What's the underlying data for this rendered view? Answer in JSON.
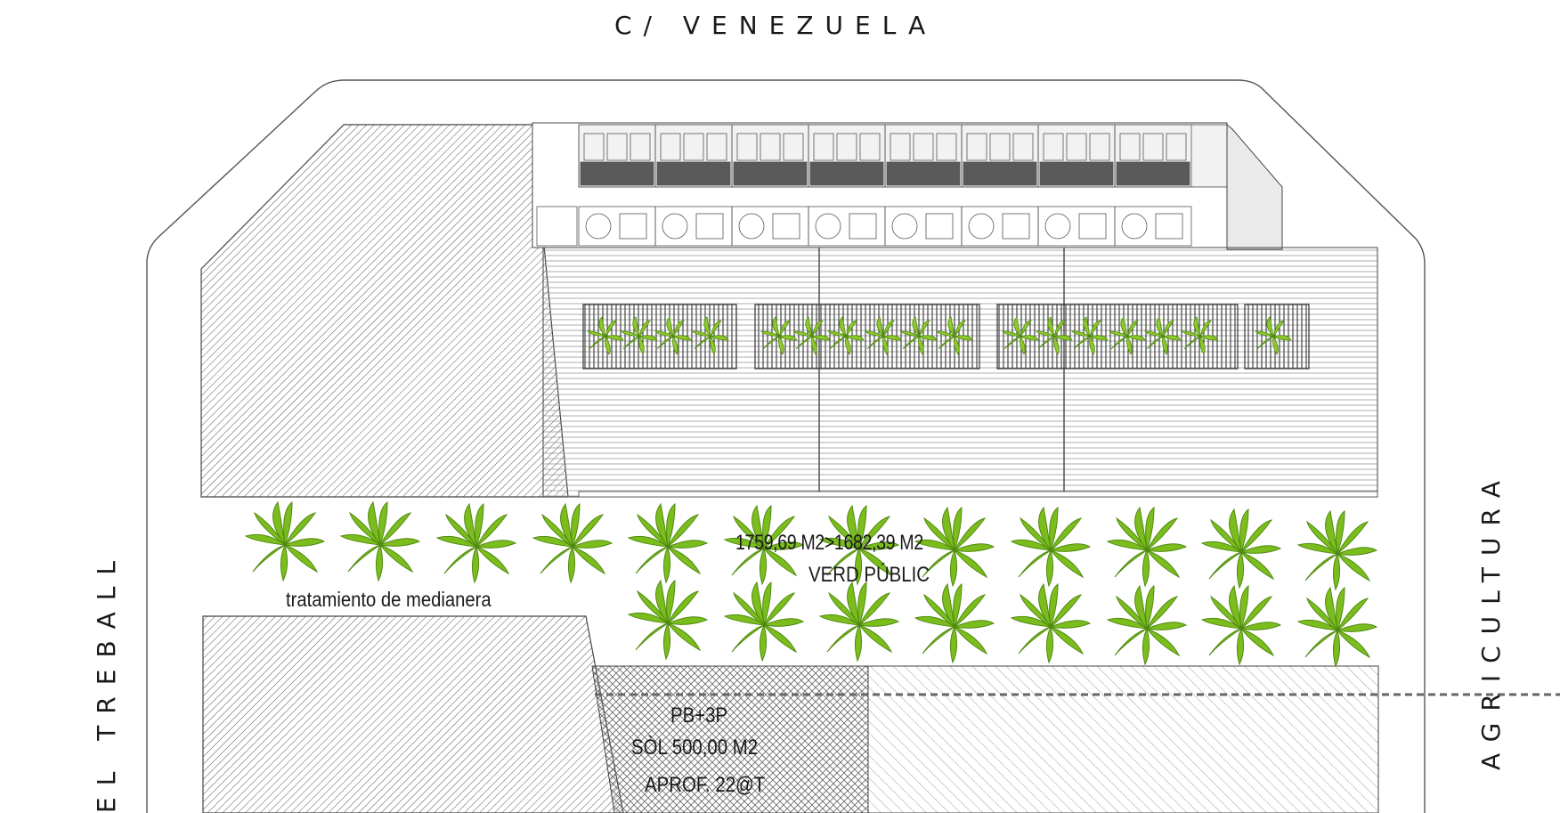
{
  "streets": {
    "top": "C/ VENEZUELA",
    "left": "EL TREBALL",
    "right": "AGRICULTURA"
  },
  "green_zone": {
    "area": "1759,69 M2>1682,39 M2",
    "label": "VERD PÚBLIC"
  },
  "party_wall_note": "tratamiento de medianera",
  "plot": {
    "height": "PB+3P",
    "ground": "SÒL 500,00 M2",
    "use": "APROF. 22@T"
  },
  "colors": {
    "line": "#333333",
    "tree_green": "#7cbd1e",
    "tree_dark": "#4f8a10",
    "dark_fill": "#555555"
  },
  "icons": [
    "palm-tree-icon"
  ]
}
